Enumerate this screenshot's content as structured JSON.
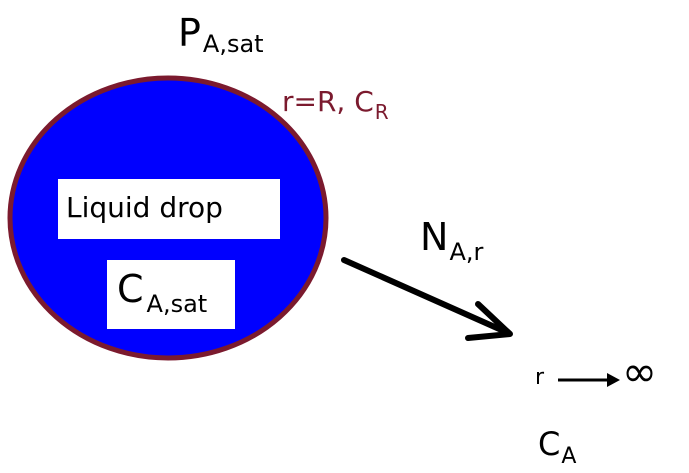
{
  "labels": {
    "vapor_pressure": {
      "main": "P",
      "sub": "A,sat"
    },
    "surface": {
      "main": "r=R, C",
      "sub": "R"
    },
    "drop_name": "Liquid drop",
    "saturation_conc": {
      "main": "C",
      "sub": "A,sat"
    },
    "flux": {
      "main": "N",
      "sub": "A,r"
    },
    "far_field": {
      "r": "r",
      "infinity": "∞"
    },
    "bulk_conc": {
      "main": "C",
      "sub": "A"
    }
  },
  "colors": {
    "drop_fill": "#0000ff",
    "drop_border": "#7b1a2e",
    "surface_label": "#7b1a2e",
    "arrow": "#000000",
    "text": "#000000"
  }
}
